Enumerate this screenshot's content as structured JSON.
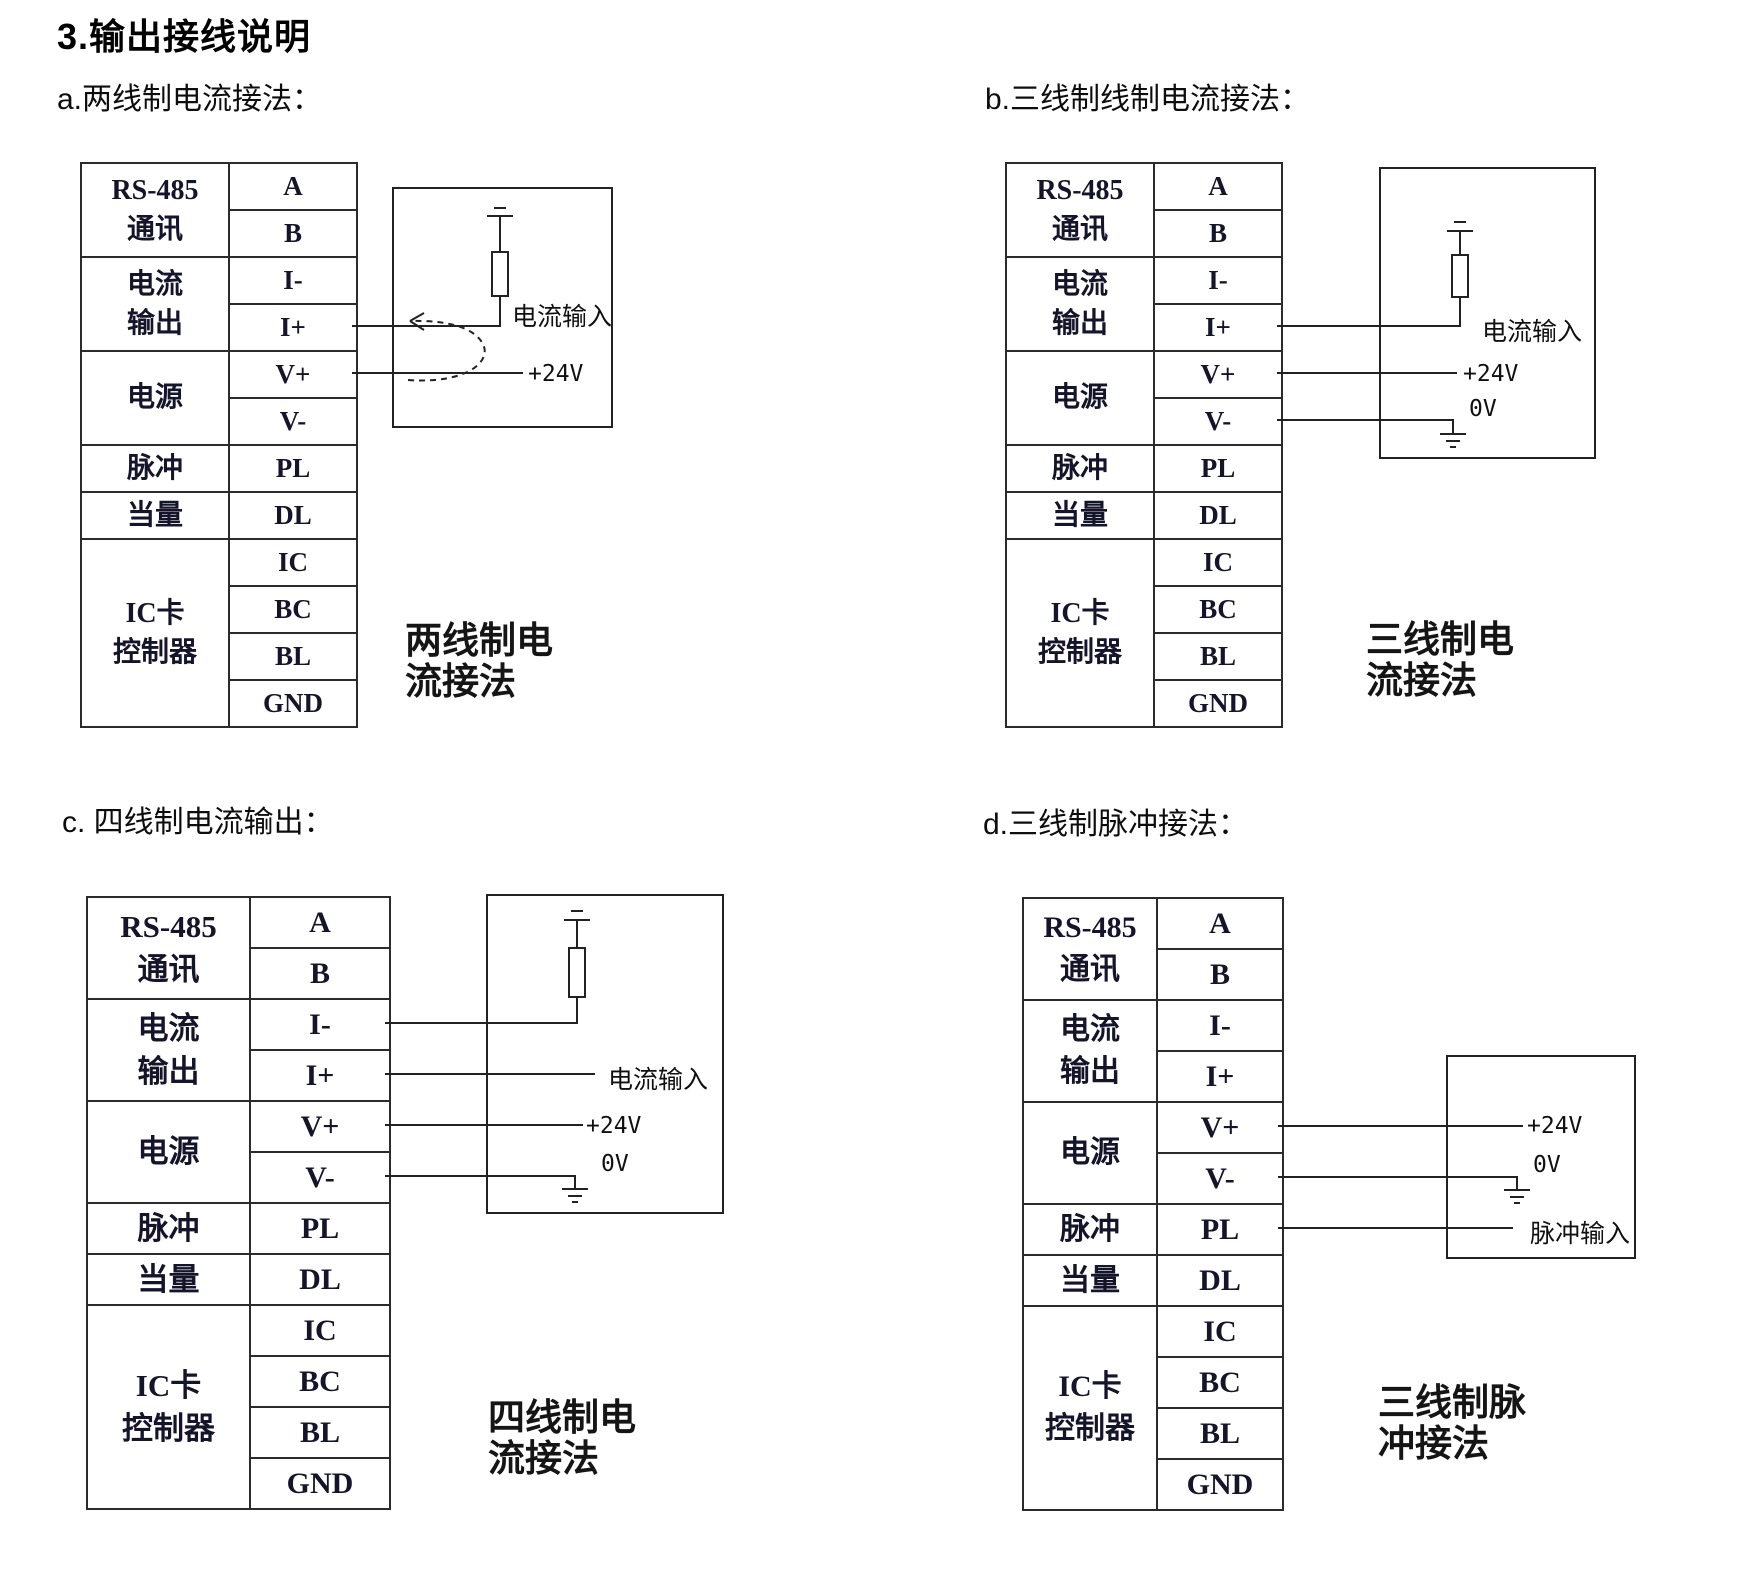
{
  "page": {
    "title": "3.输出接线说明"
  },
  "terminal_table": {
    "groups": [
      {
        "label_lines": [
          "RS-485",
          "通讯"
        ],
        "pins": [
          "A",
          "B"
        ]
      },
      {
        "label_lines": [
          "电流",
          "输出"
        ],
        "pins": [
          "I-",
          "I+"
        ]
      },
      {
        "label_lines": [
          "电源"
        ],
        "pins": [
          "V+",
          "V-"
        ]
      },
      {
        "label_lines": [
          "脉冲"
        ],
        "pins": [
          "PL"
        ]
      },
      {
        "label_lines": [
          "当量"
        ],
        "pins": [
          "DL"
        ]
      },
      {
        "label_lines": [
          "IC卡",
          "控制器"
        ],
        "pins": [
          "IC",
          "BC",
          "BL",
          "GND"
        ]
      }
    ]
  },
  "sections": {
    "a": {
      "label": "a.两线制电流接法：",
      "caption_lines": [
        "两线制电",
        "流接法"
      ],
      "labels": {
        "current_input": "电流输入",
        "v24": "+24V"
      }
    },
    "b": {
      "label": "b.三线制线制电流接法：",
      "caption_lines": [
        "三线制电",
        "流接法"
      ],
      "labels": {
        "current_input": "电流输入",
        "v24": "+24V",
        "v0": "0V"
      }
    },
    "c": {
      "label": "c. 四线制电流输出：",
      "caption_lines": [
        "四线制电",
        "流接法"
      ],
      "labels": {
        "current_input": "电流输入",
        "v24": "+24V",
        "v0": "0V"
      }
    },
    "d": {
      "label": "d.三线制脉冲接法：",
      "caption_lines": [
        "三线制脉",
        "冲接法"
      ],
      "labels": {
        "v24": "+24V",
        "v0": "0V",
        "pulse_input": "脉冲输入"
      }
    }
  }
}
